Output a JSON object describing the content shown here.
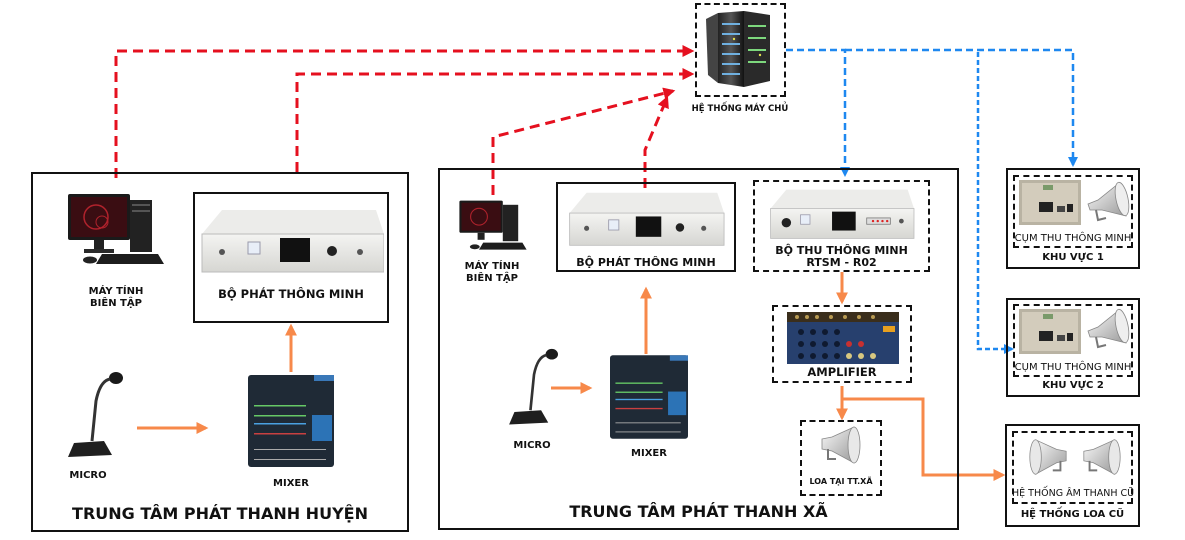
{
  "colors": {
    "internet_link": "#e5101f",
    "lan_link": "#1e88f0",
    "audio_link": "#f7894a",
    "border": "#111111"
  },
  "server": {
    "icon": "server-rack-icon",
    "label": "HỆ THỐNG MÁY CHỦ"
  },
  "district": {
    "title": "TRUNG TÂM PHÁT THANH HUYỆN",
    "computer": {
      "icon": "desktop-computer-icon",
      "label_line1": "MÁY TÍNH",
      "label_line2": "BIÊN TẬP"
    },
    "transmitter": {
      "icon": "rack-transmitter-icon",
      "label": "BỘ PHÁT THÔNG MINH"
    },
    "micro": {
      "icon": "microphone-icon",
      "label": "MICRO"
    },
    "mixer": {
      "icon": "audio-mixer-icon",
      "label": "MIXER"
    }
  },
  "commune": {
    "title": "TRUNG TÂM PHÁT THANH XÃ",
    "computer": {
      "icon": "desktop-computer-icon",
      "label_line1": "MÁY TÍNH",
      "label_line2": "BIÊN TẬP"
    },
    "transmitter": {
      "icon": "rack-transmitter-icon",
      "label": "BỘ PHÁT THÔNG MINH"
    },
    "receiver": {
      "icon": "rack-receiver-icon",
      "label_line1": "BỘ THU THÔNG MINH",
      "label_line2": "RTSM - R02"
    },
    "amplifier": {
      "icon": "amplifier-icon",
      "label": "AMPLIFIER"
    },
    "micro": {
      "icon": "microphone-icon",
      "label": "MICRO"
    },
    "mixer": {
      "icon": "audio-mixer-icon",
      "label": "MIXER"
    },
    "local_speaker": {
      "icon": "loudspeaker-icon",
      "label": "LOA TẠI TT.XÃ"
    }
  },
  "zones": [
    {
      "inner_label": "CỤM THU THÔNG MINH",
      "title": "KHU VỰC 1",
      "icons": [
        "receiver-cabinet-icon",
        "loudspeaker-icon"
      ]
    },
    {
      "inner_label": "CỤM THU THÔNG MINH",
      "title": "KHU VỰC 2",
      "icons": [
        "receiver-cabinet-icon",
        "loudspeaker-icon"
      ]
    }
  ],
  "legacy": {
    "inner_label": "HỆ THỐNG ÂM THANH CŨ",
    "title": "HỆ THỐNG LOA CŨ",
    "icons": [
      "loudspeaker-icon",
      "loudspeaker-icon"
    ]
  }
}
